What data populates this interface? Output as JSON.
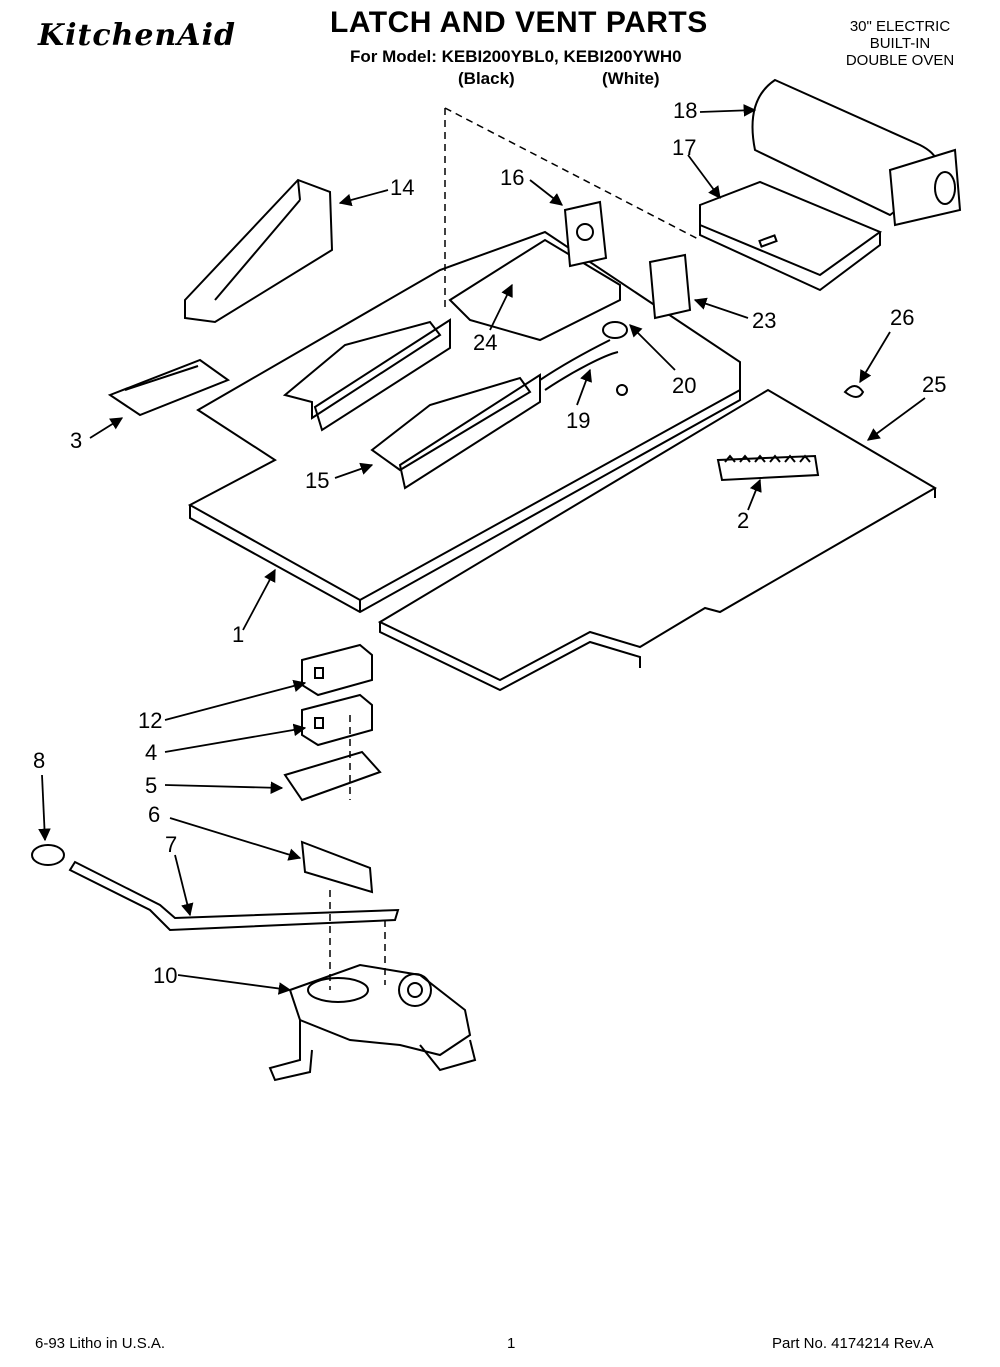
{
  "header": {
    "brand": "KitchenAid",
    "title": "LATCH AND VENT PARTS",
    "models_line": "For Model: KEBI200YBL0, KEBI200YWH0",
    "variant_black": "(Black)",
    "variant_white": "(White)",
    "appliance": [
      "30\" ELECTRIC",
      "BUILT-IN",
      "DOUBLE OVEN"
    ]
  },
  "callouts": {
    "c1": "1",
    "c2": "2",
    "c3": "3",
    "c4": "4",
    "c5": "5",
    "c6": "6",
    "c7": "7",
    "c8": "8",
    "c10": "10",
    "c12": "12",
    "c14": "14",
    "c15": "15",
    "c16": "16",
    "c17": "17",
    "c18": "18",
    "c19": "19",
    "c20": "20",
    "c23": "23",
    "c24": "24",
    "c25": "25",
    "c26": "26"
  },
  "footer": {
    "date": "6-93  Litho in U.S.A.",
    "page": "1",
    "part": "Part No. 4174214  Rev.A"
  }
}
